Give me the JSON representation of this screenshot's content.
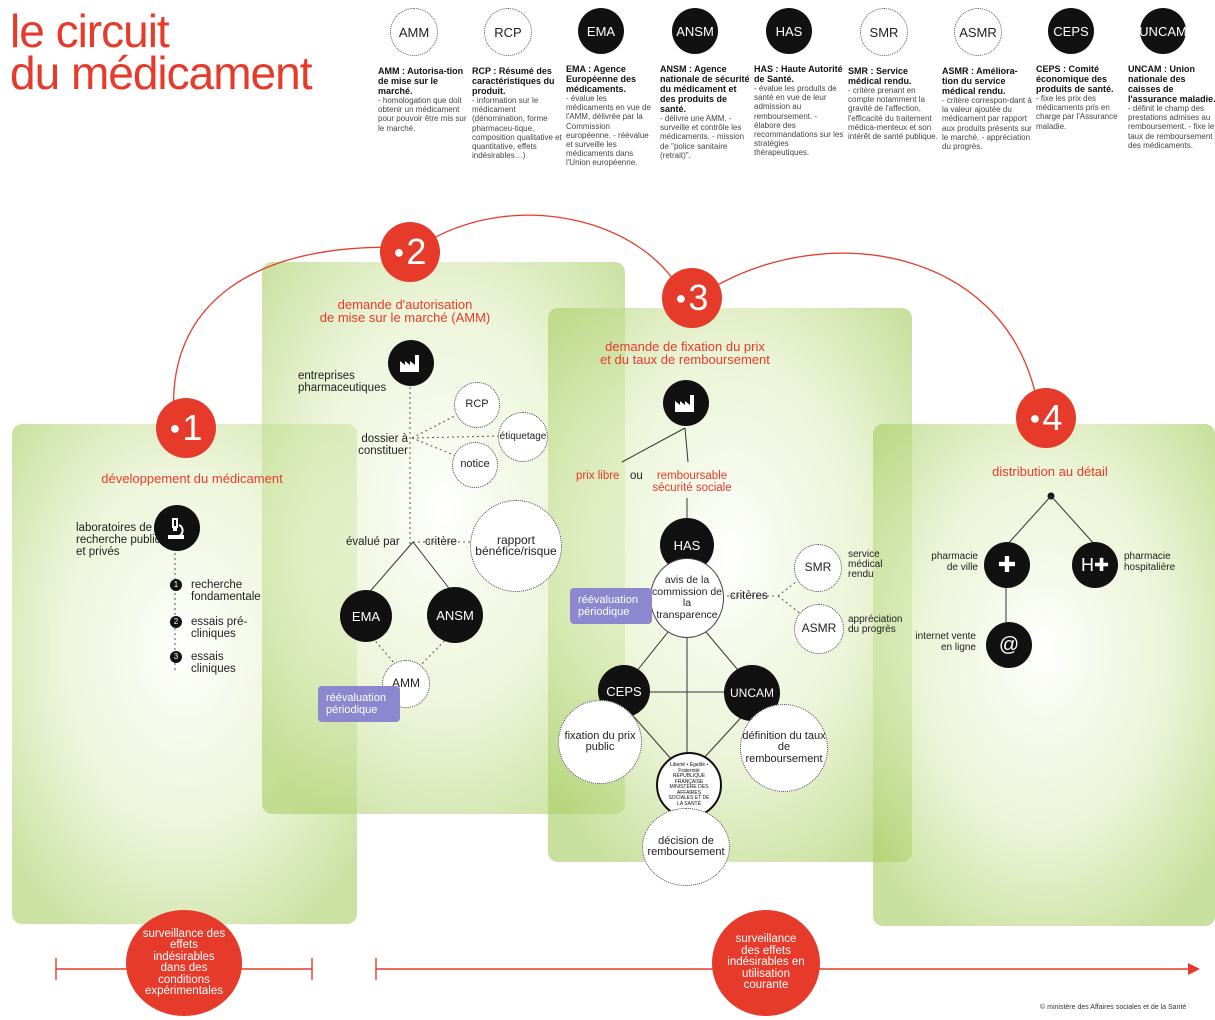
{
  "title": {
    "line1": "le circuit",
    "line2": "du médicament"
  },
  "legend": [
    {
      "badge": "AMM",
      "style": "white",
      "head": "AMM : Autorisa-tion de mise sur le marché.",
      "body": "- homologation que doit obtenir un médicament pour pouvoir être mis sur le marché."
    },
    {
      "badge": "RCP",
      "style": "white",
      "head": "RCP : Résumé des caractéristiques du produit.",
      "body": "- information sur le médicament (dénomination, forme pharmaceu-tique, composition qualitative et quantitative, effets indésirables…)"
    },
    {
      "badge": "EMA",
      "style": "black",
      "head": "EMA : Agence Européenne des médicaments.",
      "body": "- évalue les médicaments en vue de l'AMM, délivrée par la Commission européenne. - réévalue et surveille les médicaments dans l'Union européenne."
    },
    {
      "badge": "ANSM",
      "style": "black",
      "head": "ANSM : Agence nationale de sécurité du médicament et des produits de santé.",
      "body": "- délivre une AMM. - surveille et contrôle les médicaments. - mission de \"police sanitaire (retrait)\"."
    },
    {
      "badge": "HAS",
      "style": "black",
      "head": "HAS : Haute Autorité de Santé.",
      "body": "- évalue les produits de santé en vue de leur admission au remboursement. - élabore des recommandations sur les stratégies thérapeutiques."
    },
    {
      "badge": "SMR",
      "style": "white",
      "head": "SMR : Service médical rendu.",
      "body": "- critère prenant en compte notamment la gravité de l'affection, l'efficacité du traitement médica-menteux et son intérêt de santé publique."
    },
    {
      "badge": "ASMR",
      "style": "white",
      "head": "ASMR : Améliora-tion du service médical rendu.",
      "body": "- critère correspon-dant à la valeur ajoutée du médicament par rapport aux produits présents sur le marché. - appréciation du progrès."
    },
    {
      "badge": "CEPS",
      "style": "black",
      "head": "CEPS : Comité économique des produits de santé.",
      "body": "- fixe les prix des médicaments pris en charge par l'Assurance maladie."
    },
    {
      "badge": "UNCAM",
      "style": "black",
      "head": "UNCAM : Union nationale des caisses de l'assurance maladie.",
      "body": "- définit le champ des prestations admises au remboursement. - fixe le taux de remboursement des médicaments."
    }
  ],
  "phase1": {
    "step": "1",
    "title": "développement du médicament",
    "actor": "laboratoires de recherche publics et privés",
    "stages": [
      {
        "n": "1",
        "label": "recherche fondamentale"
      },
      {
        "n": "2",
        "label": "essais pré-cliniques"
      },
      {
        "n": "3",
        "label": "essais cliniques"
      }
    ],
    "icon": "microscope-icon"
  },
  "phase2": {
    "step": "2",
    "title_line1": "demande d'autorisation",
    "title_line2": "de mise sur le marché (AMM)",
    "actor": "entreprises pharmaceutiques",
    "dossier": "dossier à constituer",
    "docs": [
      "RCP",
      "étiquetage",
      "notice"
    ],
    "evaluated_by": "évalué par",
    "criterion": "critère",
    "criterion_value": "rapport bénéfice/risque",
    "agencies": [
      "EMA",
      "ANSM"
    ],
    "result": "AMM",
    "reeval": "réévaluation périodique",
    "icon": "factory-icon"
  },
  "phase3": {
    "step": "3",
    "title_line1": "demande de fixation du prix",
    "title_line2": "et du taux de remboursement",
    "free_price": "prix libre",
    "or": "ou",
    "reimbursable": "remboursable sécurité sociale",
    "has": "HAS",
    "commission": "avis de la commission de la transparence",
    "criteria": "critères",
    "smr": "SMR",
    "smr_label": "service médical rendu",
    "asmr": "ASMR",
    "asmr_label": "appréciation du progrès",
    "reeval": "réévaluation périodique",
    "ceps": "CEPS",
    "ceps_label": "fixation du prix public",
    "uncam": "UNCAM",
    "uncam_label": "définition du taux de remboursement",
    "ministry_seal": "Liberté • Égalité • Fraternité RÉPUBLIQUE FRANÇAISE MINISTÈRE DES AFFAIRES SOCIALES ET DE LA SANTÉ",
    "decision": "décision de remboursement",
    "icon": "factory-icon"
  },
  "phase4": {
    "step": "4",
    "title": "distribution au détail",
    "city": "pharmacie de ville",
    "hospital": "pharmacie hospitalière",
    "online": "internet vente en ligne"
  },
  "surveillance": {
    "experimental": "surveillance des effets indésirables dans des conditions expérimentales",
    "current": "surveillance des effets indésirables en utilisation courante"
  },
  "credit": "ministère des Affaires sociales et de la Santé",
  "colors": {
    "accent": "#e63a2a",
    "green": "#9cc455",
    "purple": "#8c87cf",
    "black": "#111111"
  }
}
